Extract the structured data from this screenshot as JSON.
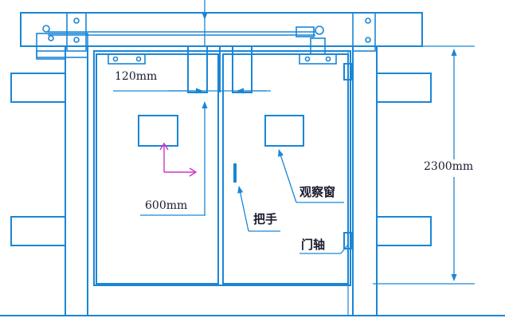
{
  "labels": {
    "top_gap": "120mm",
    "opening_width": "600mm",
    "height": "2300mm",
    "window": "观察窗",
    "handle": "把手",
    "hinge": "门轴"
  },
  "colors": {
    "line": "#1a86d6",
    "arrow": "#1a86d6",
    "accent": "#cc33cc",
    "text": "#1a1a2e"
  }
}
